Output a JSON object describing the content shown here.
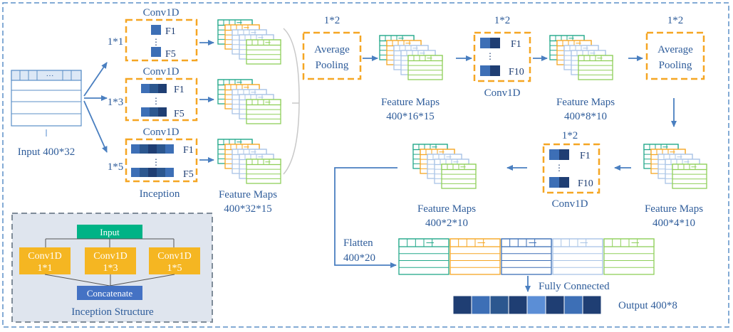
{
  "colors": {
    "border": "#5b8fc7",
    "text_blue": "#2e5c9a",
    "orange": "#f5a623",
    "dark_blue": "#1f3e73",
    "mid_blue": "#3d6fb6",
    "light_blue": "#5b8ed6",
    "teal": "#23a88a",
    "green": "#8fcf5a",
    "pale_blue": "#a9c4e6",
    "inception_bg": "#dfe5ee",
    "input_green": "#00b386",
    "conv_yellow": "#f5b622",
    "concat_blue": "#4472c4"
  },
  "input": {
    "label": "Input 400*32",
    "dots": "···"
  },
  "inception": {
    "label": "Inception",
    "branches": [
      {
        "kernel": "1*1",
        "title": "Conv1D",
        "f_top": "F1",
        "f_bottom": "F5"
      },
      {
        "kernel": "1*3",
        "title": "Conv1D",
        "f_top": "F1",
        "f_bottom": "F5"
      },
      {
        "kernel": "1*5",
        "title": "Conv1D",
        "f_top": "F1",
        "f_bottom": "F5"
      }
    ]
  },
  "feature_maps_1": {
    "label": "Feature Maps",
    "dims": "400*32*15"
  },
  "pool_1": {
    "kernel": "1*2",
    "line1": "Average",
    "line2": "Pooling"
  },
  "feature_maps_2": {
    "label": "Feature Maps",
    "dims": "400*16*15"
  },
  "conv_2": {
    "kernel": "1*2",
    "f_top": "F1",
    "f_bottom": "F10",
    "label": "Conv1D"
  },
  "feature_maps_3": {
    "label": "Feature Maps",
    "dims": "400*8*10"
  },
  "pool_2": {
    "kernel": "1*2",
    "line1": "Average",
    "line2": "Pooling"
  },
  "feature_maps_4": {
    "label": "Feature Maps",
    "dims": "400*4*10"
  },
  "conv_3": {
    "kernel": "1*2",
    "f_top": "F1",
    "f_bottom": "F10",
    "label": "Conv1D"
  },
  "feature_maps_5": {
    "label": "Feature Maps",
    "dims": "400*2*10"
  },
  "flatten": {
    "line1": "Flatten",
    "line2": "400*20"
  },
  "fully_connected": {
    "label": "Fully Connected"
  },
  "output": {
    "label": "Output 400*8"
  },
  "inception_structure": {
    "title": "Inception Structure",
    "input": "Input",
    "convs": [
      {
        "line1": "Conv1D",
        "line2": "1*1"
      },
      {
        "line1": "Conv1D",
        "line2": "1*3"
      },
      {
        "line1": "Conv1D",
        "line2": "1*5"
      }
    ],
    "concat": "Concatenate"
  }
}
